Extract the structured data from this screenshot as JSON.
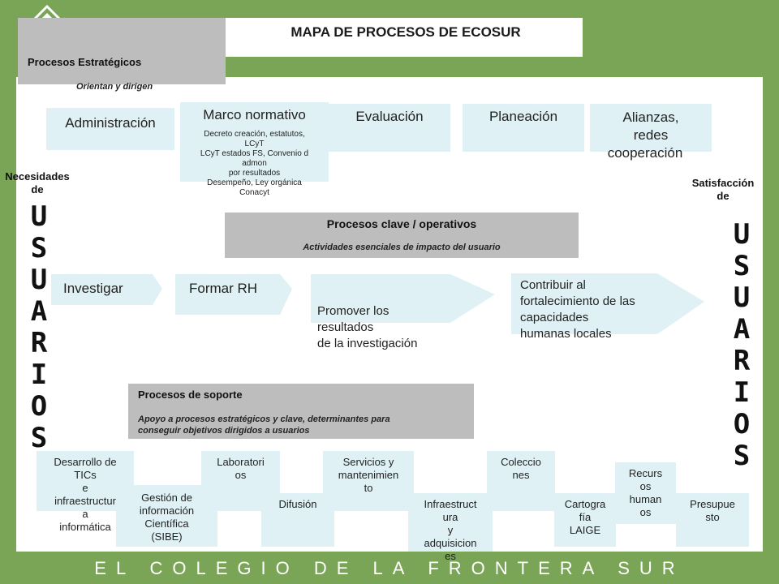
{
  "title": "MAPA DE PROCESOS DE ECOSUR",
  "strategic": {
    "title": "Procesos Estratégicos",
    "subtitle": "Orientan y dirigen"
  },
  "strategic_boxes": {
    "administracion": "Administración",
    "marco": "Marco normativo",
    "marco_detail": [
      "Decreto creación, estatutos,",
      "LCyT",
      "LCyT estados FS, Convenio d",
      "admon",
      "por resultados",
      "Desempeño, Ley orgánica",
      "Conacyt"
    ],
    "evaluacion": "Evaluación",
    "planeacion": "Planeación",
    "alianzas": [
      "Alianzas,",
      "redes",
      "cooperación"
    ]
  },
  "left_side": {
    "label_1": "Necesidades",
    "label_2": "de",
    "letters": [
      "U",
      "S",
      "U",
      "A",
      "R",
      "I",
      "O",
      "S"
    ]
  },
  "right_side": {
    "label_1": "Satisfacción",
    "label_2": "de",
    "letters": [
      "U",
      "S",
      "U",
      "A",
      "R",
      "I",
      "O",
      "S"
    ]
  },
  "key": {
    "title": "Procesos clave / operativos",
    "subtitle": "Actividades esenciales de impacto del usuario"
  },
  "key_arrows": {
    "investigar": "Investigar",
    "formar": "Formar RH",
    "promover": [
      "Promover los",
      "resultados",
      "de la investigación"
    ],
    "contribuir": [
      "Contribuir al",
      "fortalecimiento de  las",
      "capacidades",
      "humanas locales"
    ]
  },
  "support": {
    "title": "Procesos de soporte",
    "subtitle_1": "Apoyo a procesos estratégicos  y clave, determinantes para",
    "subtitle_2": "conseguir objetivos dirigidos a usuarios"
  },
  "support_boxes": {
    "tics": [
      "Desarrollo de",
      "TICs",
      "e",
      "infraestructur",
      "a",
      "informática"
    ],
    "sibe": [
      "Gestión de",
      "información",
      "Científica",
      "(SIBE)"
    ],
    "lab": [
      "Laboratori",
      "os"
    ],
    "difusion": "Difusión",
    "servicios": [
      "Servicios y",
      "mantenimien",
      "to"
    ],
    "infra": [
      "Infraestruct",
      "ura",
      "y",
      "adquisicion",
      "es"
    ],
    "colecciones": [
      "Coleccio",
      "nes"
    ],
    "cartografia": [
      "Cartogra",
      "fía",
      "LAIGE"
    ],
    "recursos": [
      "Recurs",
      "os",
      "human",
      "os"
    ],
    "presupuesto": [
      "Presupue",
      "sto"
    ]
  },
  "footer": "EL COLEGIO DE LA FRONTERA SUR",
  "colors": {
    "background_green": "#7aa556",
    "light_blue": "#dff1f4",
    "grey": "#bdbdbd"
  }
}
